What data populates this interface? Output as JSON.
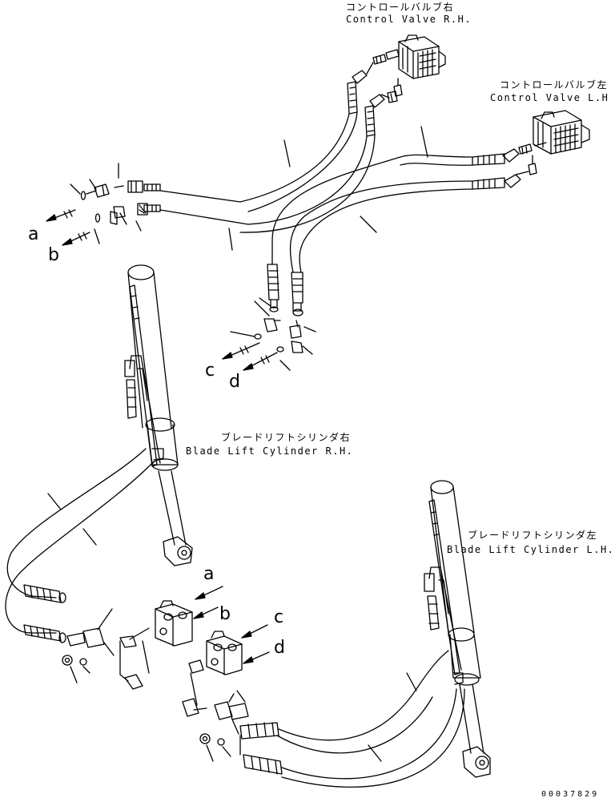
{
  "labels": {
    "cv_rh_jp": "コントロールバルブ右",
    "cv_rh_en": "Control Valve R.H.",
    "cv_lh_jp": "コントロールバルブ左",
    "cv_lh_en": "Control Valve L.H.",
    "blc_rh_jp": "ブレードリフトシリンダ右",
    "blc_rh_en": "Blade Lift Cylinder R.H.",
    "blc_lh_jp": "ブレードリフトシリンダ左",
    "blc_lh_en": "Blade Lift Cylinder L.H."
  },
  "connection_letters": {
    "a_top": "a",
    "b_top": "b",
    "c_mid": "c",
    "d_mid": "d",
    "a_bot": "a",
    "b_bot": "b",
    "c_bot": "c",
    "d_bot": "d"
  },
  "drawing_number": "00037829",
  "colors": {
    "line": "#000000",
    "background": "#ffffff"
  }
}
